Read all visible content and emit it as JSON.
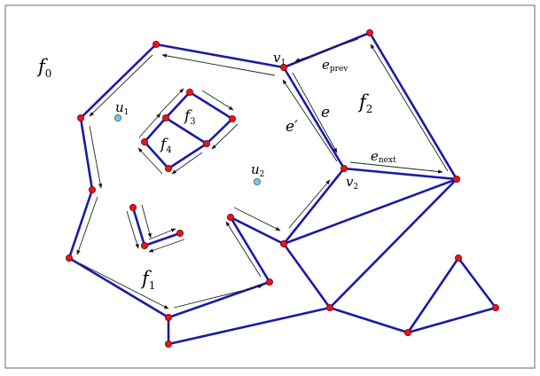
{
  "diagram": {
    "colors": {
      "edge": "#1a1aa6",
      "vertex": "#e8141b",
      "point": "#7ec3e6",
      "half_edge": "#222222",
      "frame": "#6a6a6a"
    },
    "labels": {
      "f0": {
        "base": "f",
        "sub": "0"
      },
      "f1": {
        "base": "f",
        "sub": "1"
      },
      "f2": {
        "base": "f",
        "sub": "2"
      },
      "f3": {
        "base": "f",
        "sub": "3"
      },
      "f4": {
        "base": "f",
        "sub": "4"
      },
      "u1": {
        "base": "u",
        "sub": "1"
      },
      "u2": {
        "base": "u",
        "sub": "2"
      },
      "v1": {
        "base": "v",
        "sub": "1"
      },
      "v2": {
        "base": "v",
        "sub": "2"
      },
      "e": {
        "base": "e"
      },
      "e_prime": {
        "base": "e′"
      },
      "e_prev": {
        "base": "e",
        "sub": "prev"
      },
      "e_next": {
        "base": "e",
        "sub": "next"
      }
    }
  }
}
